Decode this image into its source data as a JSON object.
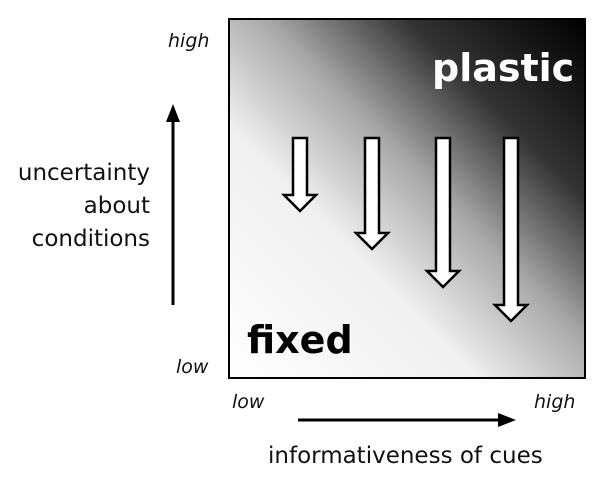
{
  "y_axis": {
    "label_lines": [
      "uncertainty",
      "about",
      "conditions"
    ],
    "high": "high",
    "low": "low"
  },
  "x_axis": {
    "label": "informativeness of cues",
    "low": "low",
    "high": "high"
  },
  "regions": {
    "top_right": "plastic",
    "bottom_left": "fixed"
  },
  "colors": {
    "dark": "#000000",
    "light": "#ffffff",
    "arrow_fill": "#ffffff",
    "arrow_stroke": "#000000"
  },
  "arrows": [
    {
      "name": "arrow-1",
      "relative_length": 1
    },
    {
      "name": "arrow-2",
      "relative_length": 1.5
    },
    {
      "name": "arrow-3",
      "relative_length": 2
    },
    {
      "name": "arrow-4",
      "relative_length": 2.5
    }
  ]
}
